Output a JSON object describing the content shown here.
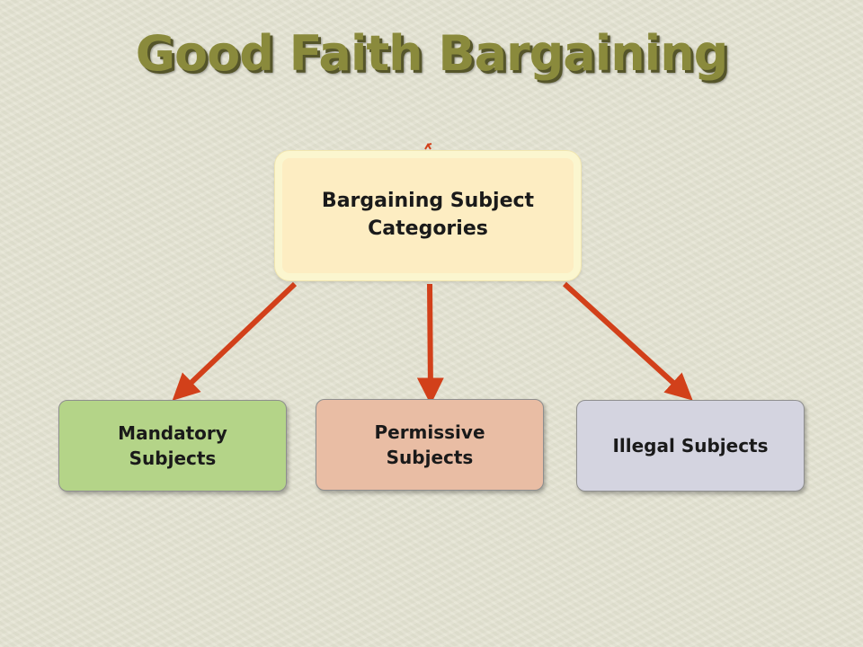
{
  "slide": {
    "title": "Good Faith Bargaining"
  },
  "diagram": {
    "root": {
      "label": "Bargaining Subject Categories",
      "fill": "#fdedc2",
      "border": "#fbf6cf"
    },
    "children": [
      {
        "label": "Mandatory Subjects",
        "fill": "#b4d488"
      },
      {
        "label": "Permissive Subjects",
        "fill": "#e9bda4"
      },
      {
        "label": "Illegal Subjects",
        "fill": "#d4d4e0"
      }
    ],
    "connector_color": "#d2401a",
    "title_color": "#8a8a3c"
  }
}
